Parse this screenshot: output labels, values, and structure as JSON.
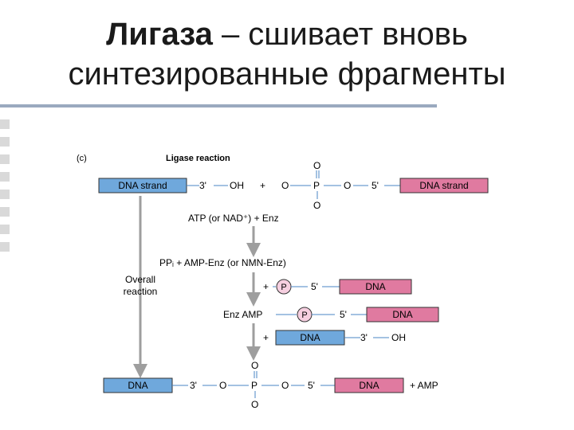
{
  "slide": {
    "title_bold": "Лигаза",
    "title_rest_line1": " – сшивает вновь",
    "title_line2": "синтезированные фрагменты"
  },
  "figure": {
    "panel_label": "(c)",
    "heading": "Ligase reaction",
    "row1": {
      "left_box": "DNA strand",
      "three_prime": "3'",
      "oh": "OH",
      "plus": "+",
      "o_left": "O",
      "p": "P",
      "o_top": "O",
      "o_bottom": "O",
      "o_right": "O",
      "five_prime": "5'",
      "right_box": "DNA strand"
    },
    "step1_text": "ATP (or NAD⁺) + Enz",
    "step2_text": "PPᵢ + AMP-Enz (or NMN-Enz)",
    "overall_line1": "Overall",
    "overall_line2": "reaction",
    "row3": {
      "plus": "+",
      "p": "P",
      "five_prime": "5'",
      "box": "DNA"
    },
    "row4": {
      "label": "Enz AMP",
      "p": "P",
      "five_prime": "5'",
      "box": "DNA"
    },
    "row5": {
      "plus": "+",
      "box": "DNA",
      "three_prime": "3'",
      "oh": "OH"
    },
    "row6": {
      "left_box": "DNA",
      "three_prime": "3'",
      "o_left": "O",
      "p": "P",
      "o_top": "O",
      "o_bottom": "O",
      "o_right": "O",
      "five_prime": "5'",
      "right_box": "DNA",
      "plus_amp": "+ AMP"
    },
    "colors": {
      "blue_box": "#6fa8dc",
      "pink_box": "#e07aa0",
      "line_blue": "#4a86c5",
      "arrow_gray": "#9e9e9e"
    }
  }
}
